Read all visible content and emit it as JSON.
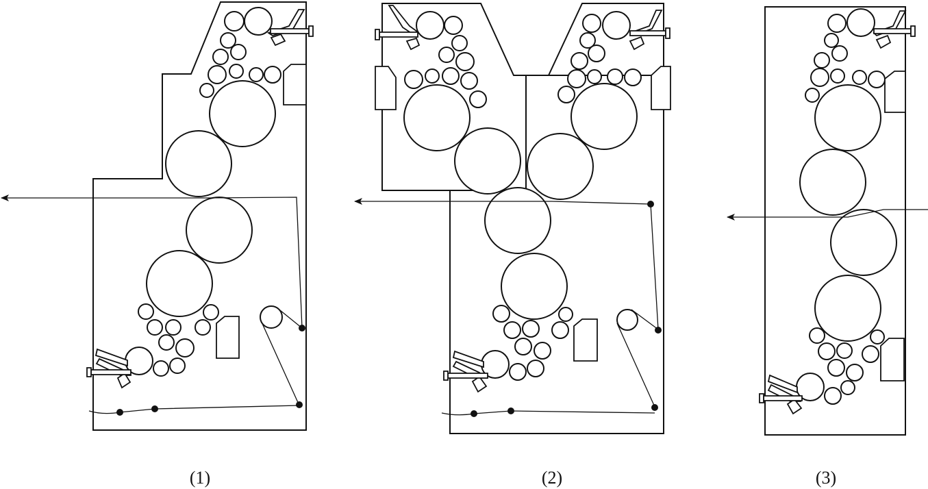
{
  "figure": {
    "panels": [
      {
        "id": "p1",
        "caption": "(1)",
        "icon": "printing-unit-diagram"
      },
      {
        "id": "p2",
        "caption": "(2)",
        "icon": "printing-unit-diagram"
      },
      {
        "id": "p3",
        "caption": "(3)",
        "icon": "printing-unit-diagram"
      }
    ],
    "colors": {
      "line": "#111111",
      "background": "#ffffff"
    }
  }
}
